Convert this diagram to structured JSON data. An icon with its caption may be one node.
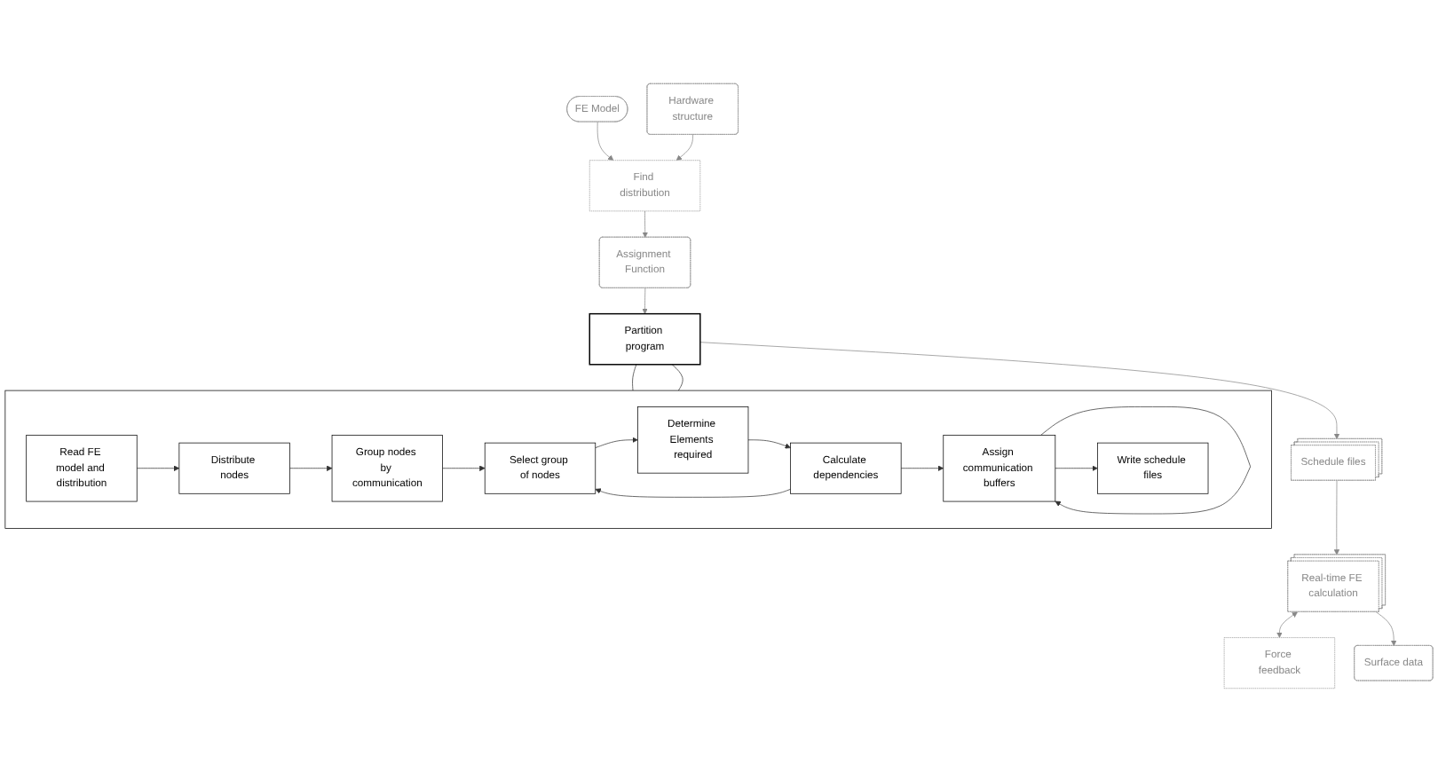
{
  "diagram": {
    "nodes": [
      {
        "text": [
          "FE Model"
        ]
      },
      {
        "text": [
          "Hardware structure"
        ]
      },
      {
        "text": [
          "Find distribution"
        ]
      },
      {
        "text": [
          "Assignment Function"
        ]
      },
      {
        "text": [
          "Partition program"
        ]
      },
      {
        "text": [
          "Schedule files"
        ]
      },
      {
        "text": [
          "Real-time FE calculation"
        ]
      },
      {
        "text": [
          "Force feedback"
        ]
      },
      {
        "text": [
          "Surface data"
        ]
      },
      {
        "text": [],
        "shape": "box"
      },
      {
        "text": [
          "Read FE model and distribution"
        ],
        "in": 9
      },
      {
        "text": [
          "Distribute nodes"
        ],
        "in": 9
      },
      {
        "text": [
          "Group nodes by communication"
        ],
        "in": 9
      },
      {
        "text": [
          "Select group of nodes"
        ],
        "in": 9
      },
      {
        "text": [
          "Determine Elements required"
        ],
        "in": 9
      },
      {
        "text": [
          "Calculate dependencies"
        ],
        "in": 9
      },
      {
        "text": [
          "Assign communication buffers"
        ],
        "in": 9
      },
      {
        "text": [
          "Write schedule files"
        ],
        "in": 9
      }
    ],
    "edges": [
      {
        "from": 0,
        "to": 2,
        "arrow": "to",
        "color": "#888888"
      },
      {
        "from": 1,
        "to": 2,
        "arrow": "to",
        "color": "#888888"
      },
      {
        "from": 2,
        "to": 3,
        "arrow": "to",
        "color": "#888888"
      },
      {
        "from": 3,
        "to": 4,
        "arrow": "to",
        "color": "#888888"
      },
      {
        "from": 4,
        "to": 5,
        "arrow": "to",
        "color": "#888888"
      },
      {
        "from": 5,
        "to": 6,
        "arrow": "to",
        "color": "#888888"
      },
      {
        "from": 6,
        "to": 7,
        "arrow": "both",
        "color": "#888888"
      },
      {
        "from": 6,
        "to": 8,
        "arrow": "to",
        "color": "#888888"
      },
      {
        "from": 4,
        "to": 9,
        "arrow": "none"
      },
      {
        "from": 4,
        "to": 9,
        "arrow": "none"
      },
      {
        "from": 10,
        "to": 11,
        "arrow": "to"
      },
      {
        "from": 11,
        "to": 12,
        "arrow": "to"
      },
      {
        "from": 12,
        "to": 13,
        "arrow": "to"
      },
      {
        "from": 13,
        "to": 14,
        "arrow": "to"
      },
      {
        "from": 14,
        "to": 15,
        "arrow": "to"
      },
      {
        "from": 15,
        "to": 13,
        "arrow": "to"
      },
      {
        "from": 15,
        "to": 16,
        "arrow": "to"
      },
      {
        "from": 16,
        "to": 16,
        "arrow": "to"
      },
      {
        "from": 16,
        "to": 17,
        "arrow": "to"
      }
    ]
  }
}
